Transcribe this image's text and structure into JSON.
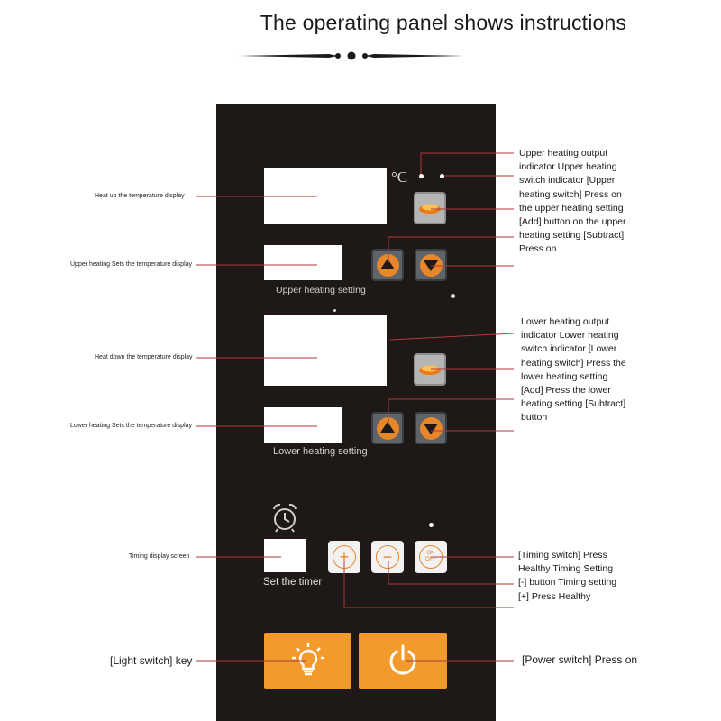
{
  "title": "The operating panel shows instructions",
  "panel": {
    "unit_symbol": "°C",
    "upper_caption": "Upper heating setting",
    "lower_caption": "Lower heating setting",
    "timer_caption": "Set the timer",
    "onoff_on": "ON",
    "onoff_off": "OFF",
    "plus_symbol": "+",
    "minus_symbol": "−"
  },
  "left_labels": {
    "heat_up_display": "Heat up the temperature display",
    "upper_set_display": "Upper heating Sets the temperature display",
    "heat_down_display": "Heat down the temperature display",
    "lower_set_display": "Lower heating Sets the temperature display",
    "timing_display": "Timing display screen",
    "light_switch": "[Light switch] key"
  },
  "right_labels": {
    "upper_block": "Upper heating output indicator Upper heating switch indicator [Upper heating switch] Press on the upper heating setting [Add] button on the upper heating setting [Subtract] Press on",
    "lower_block": "Lower heating output indicator Lower heating switch indicator [Lower heating switch] Press the lower heating setting [Add] Press the lower heating setting [Subtract] button",
    "timing_block": "[Timing switch] Press Healthy Timing Setting [-] button Timing setting [+] Press Healthy",
    "power_switch": "[Power switch] Press on"
  },
  "colors": {
    "panel": "#1e1817",
    "accent_orange": "#f39a2c",
    "callout_line": "#b03a3a"
  },
  "icons": [
    "alarm-clock-icon",
    "light-bulb-icon",
    "power-icon",
    "arrow-up-icon",
    "arrow-down-icon",
    "heater-led-icon"
  ]
}
